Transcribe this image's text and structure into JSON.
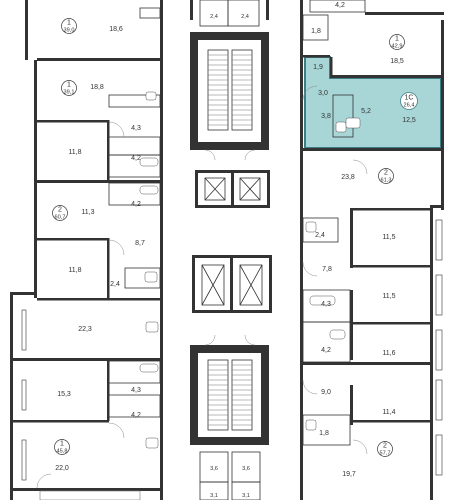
{
  "colors": {
    "wall": "#333333",
    "highlight_fill": "#a8d5d5",
    "highlight_stroke": "#3d7f86",
    "background": "#ffffff"
  },
  "apartments": [
    {
      "id": "apt-left-1",
      "number": "1",
      "total_area": "39,0"
    },
    {
      "id": "apt-left-2",
      "number": "1",
      "total_area": "39,1"
    },
    {
      "id": "apt-left-3",
      "number": "2",
      "total_area": "60,7"
    },
    {
      "id": "apt-left-4",
      "number": "1",
      "total_area": "45,8"
    },
    {
      "id": "apt-right-1",
      "number": "1",
      "total_area": "42,9"
    },
    {
      "id": "apt-right-2",
      "number": "1С",
      "total_area": "26,4",
      "highlighted": true
    },
    {
      "id": "apt-right-3",
      "number": "2",
      "total_area": "61,3"
    },
    {
      "id": "apt-right-4",
      "number": "2",
      "total_area": "57,7"
    }
  ],
  "room_areas": {
    "l_18_6": "18,6",
    "l_18_8": "18,8",
    "l_4_3a": "4,3",
    "l_11_8a": "11,8",
    "l_4_2a": "4,2",
    "l_11_3": "11,3",
    "l_4_2b": "4,2",
    "l_8_7": "8,7",
    "l_11_8b": "11,8",
    "l_2_4": "2,4",
    "l_22_3": "22,3",
    "l_15_3": "15,3",
    "l_4_3b": "4,3",
    "l_4_2c": "4,2",
    "l_22_0": "22,0",
    "c_2_4a": "2,4",
    "c_2_4b": "2,4",
    "c_3_6a": "3,6",
    "c_3_6b": "3,6",
    "c_3_1a": "3,1",
    "c_3_1b": "3,1",
    "r_4_2": "4,2",
    "r_1_8a": "1,8",
    "r_18_5": "18,5",
    "r_1_9": "1,9",
    "r_3_0": "3,0",
    "r_5_2": "5,2",
    "r_3_8": "3,8",
    "r_12_5": "12,5",
    "r_23_8": "23,8",
    "r_2_4": "2,4",
    "r_11_5a": "11,5",
    "r_7_8": "7,8",
    "r_11_5b": "11,5",
    "r_4_3": "4,3",
    "r_4_2b": "4,2",
    "r_11_6": "11,6",
    "r_9_0": "9,0",
    "r_11_4": "11,4",
    "r_1_8b": "1,8",
    "r_19_7": "19,7"
  }
}
